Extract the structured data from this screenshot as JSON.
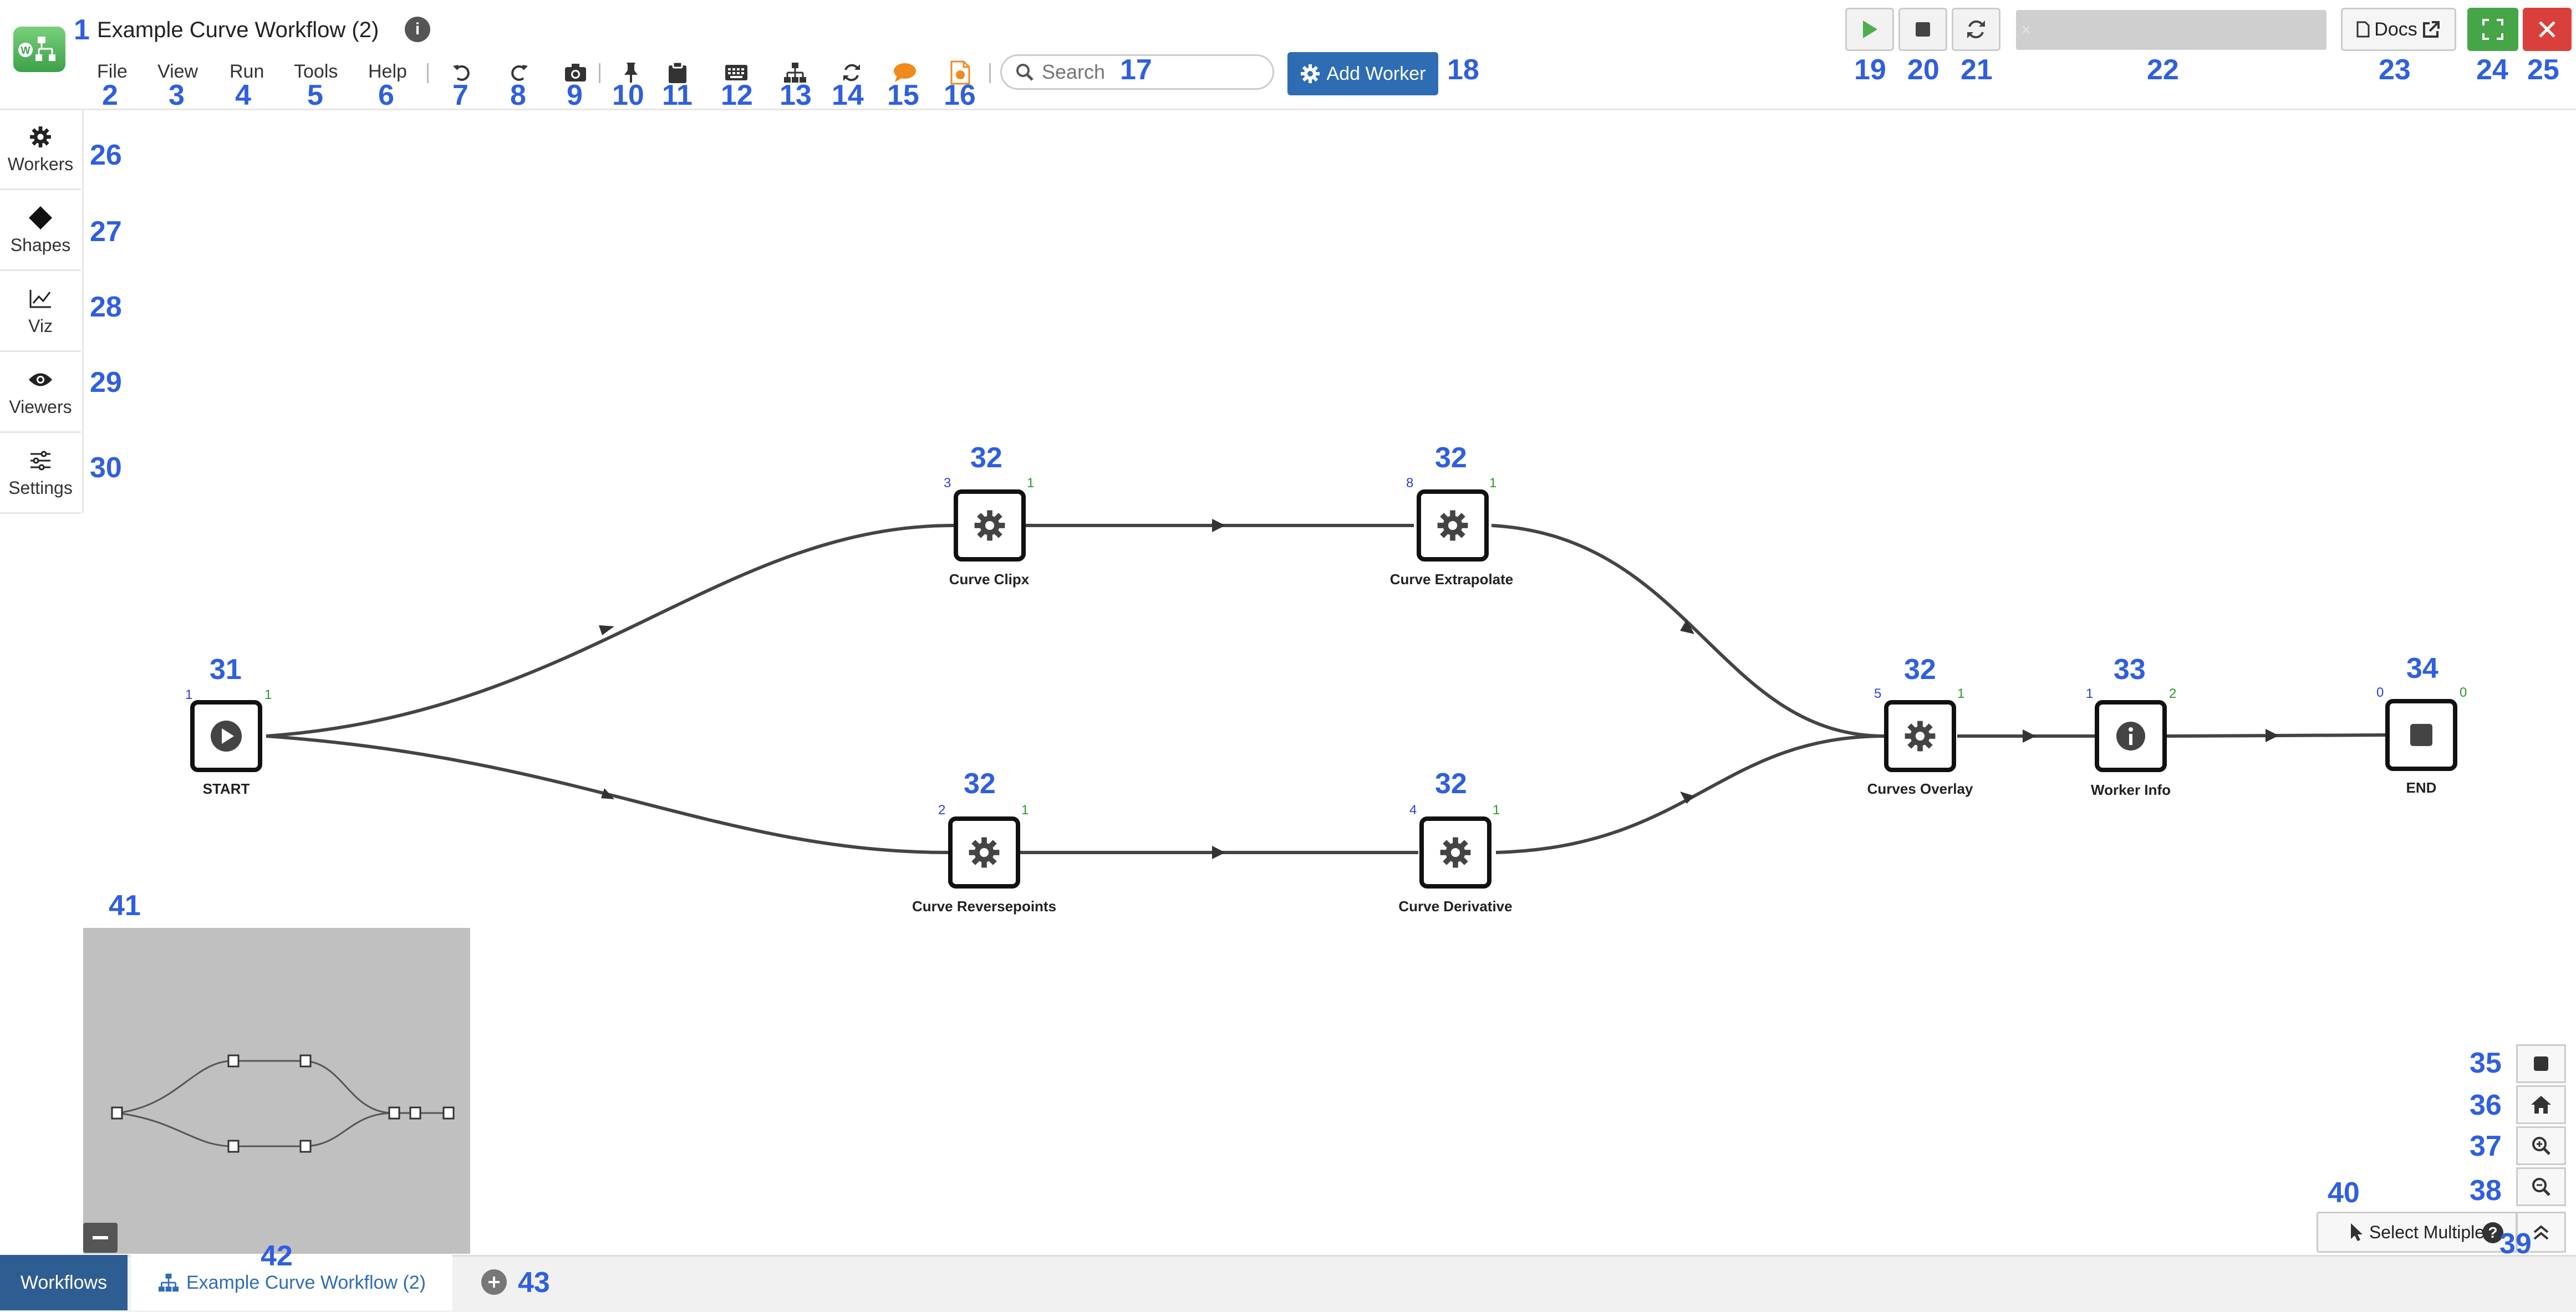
{
  "app": {
    "title": "Example Curve Workflow (2)",
    "logo_text": "W"
  },
  "menu": [
    "File",
    "View",
    "Run",
    "Tools",
    "Help"
  ],
  "search": {
    "placeholder": "Search"
  },
  "toolbar": {
    "add_worker_label": "Add Worker",
    "docs_label": "Docs"
  },
  "sidebar": [
    {
      "label": "Workers",
      "icon": "gear-icon"
    },
    {
      "label": "Shapes",
      "icon": "diamond-icon"
    },
    {
      "label": "Viz",
      "icon": "line-chart-icon"
    },
    {
      "label": "Viewers",
      "icon": "eye-icon"
    },
    {
      "label": "Settings",
      "icon": "sliders-icon"
    }
  ],
  "nodes": [
    {
      "label": "START",
      "in": "1",
      "out": "1",
      "icon": "play-icon"
    },
    {
      "label": "Curve Clipx",
      "in": "3",
      "out": "1",
      "icon": "gear-icon"
    },
    {
      "label": "Curve Extrapolate",
      "in": "8",
      "out": "1",
      "icon": "gear-icon"
    },
    {
      "label": "Curve Reversepoints",
      "in": "2",
      "out": "1",
      "icon": "gear-icon"
    },
    {
      "label": "Curve Derivative",
      "in": "4",
      "out": "1",
      "icon": "gear-icon"
    },
    {
      "label": "Curves Overlay",
      "in": "5",
      "out": "1",
      "icon": "gear-icon"
    },
    {
      "label": "Worker Info",
      "in": "1",
      "out": "2",
      "icon": "info-icon"
    },
    {
      "label": "END",
      "in": "0",
      "out": "0",
      "icon": "stop-icon"
    }
  ],
  "controls": {
    "select_multiple_label": "Select Multiple"
  },
  "tabs": {
    "workflows_label": "Workflows",
    "current_label": "Example Curve Workflow (2)"
  },
  "markers": {
    "m1": "1",
    "m2": "2",
    "m3": "3",
    "m4": "4",
    "m5": "5",
    "m6": "6",
    "m7": "7",
    "m8": "8",
    "m9": "9",
    "m10": "10",
    "m11": "11",
    "m12": "12",
    "m13": "13",
    "m14": "14",
    "m15": "15",
    "m16": "16",
    "m17": "17",
    "m18": "18",
    "m19": "19",
    "m20": "20",
    "m21": "21",
    "m22": "22",
    "m23": "23",
    "m24": "24",
    "m25": "25",
    "m26": "26",
    "m27": "27",
    "m28": "28",
    "m29": "29",
    "m30": "30",
    "m31": "31",
    "m32": "32",
    "m33": "33",
    "m34": "34",
    "m35": "35",
    "m36": "36",
    "m37": "37",
    "m38": "38",
    "m39": "39",
    "m40": "40",
    "m41": "41",
    "m42": "42",
    "m43": "43"
  }
}
